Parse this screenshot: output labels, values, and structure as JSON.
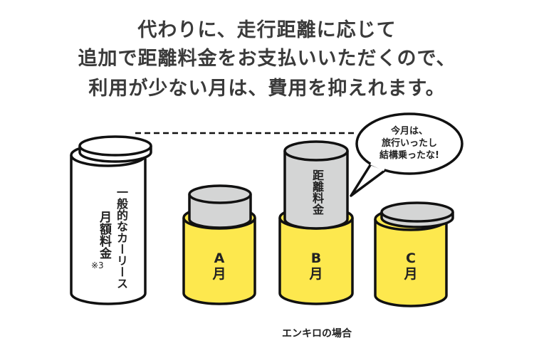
{
  "headline": {
    "lines": [
      "代わりに、走行距離に応じて",
      "追加で距離料金をお支払いいただくので、",
      "利用が少ない月は、費用を抑えれます。"
    ]
  },
  "general_lease": {
    "label_line1": "一般的なカーリース",
    "label_line2": "月額料金",
    "footnote": "※3"
  },
  "months": [
    {
      "letter": "A",
      "suffix": "月"
    },
    {
      "letter": "B",
      "suffix": "月"
    },
    {
      "letter": "C",
      "suffix": "月"
    }
  ],
  "distance_fee_label": "距離料金",
  "speech_bubble": {
    "lines": [
      "今月は、",
      "旅行いったし",
      "結構乗ったな!"
    ]
  },
  "caption": "エンキロの場合",
  "colors": {
    "yellow": "#fde84e",
    "gray": "#d4d5d5",
    "outline": "#111111"
  }
}
